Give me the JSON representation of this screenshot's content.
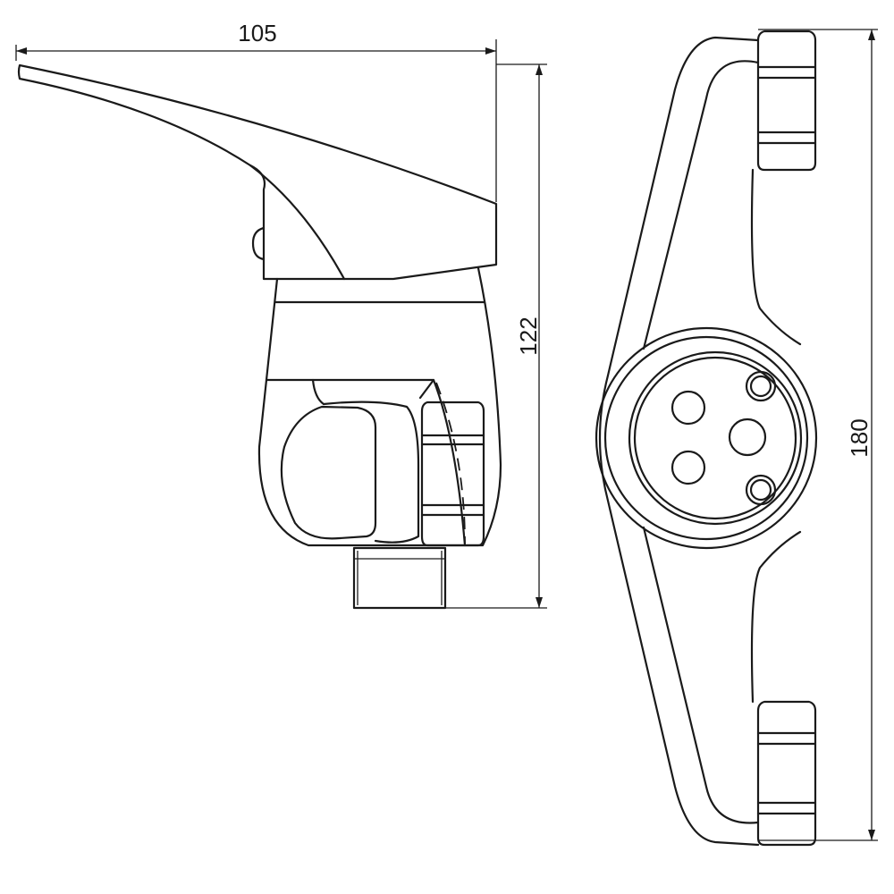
{
  "drawing": {
    "dimensions": {
      "width_side": "105",
      "height_side": "122",
      "length_front": "180"
    },
    "line_color": "#1a1a1a",
    "background": "#ffffff"
  }
}
